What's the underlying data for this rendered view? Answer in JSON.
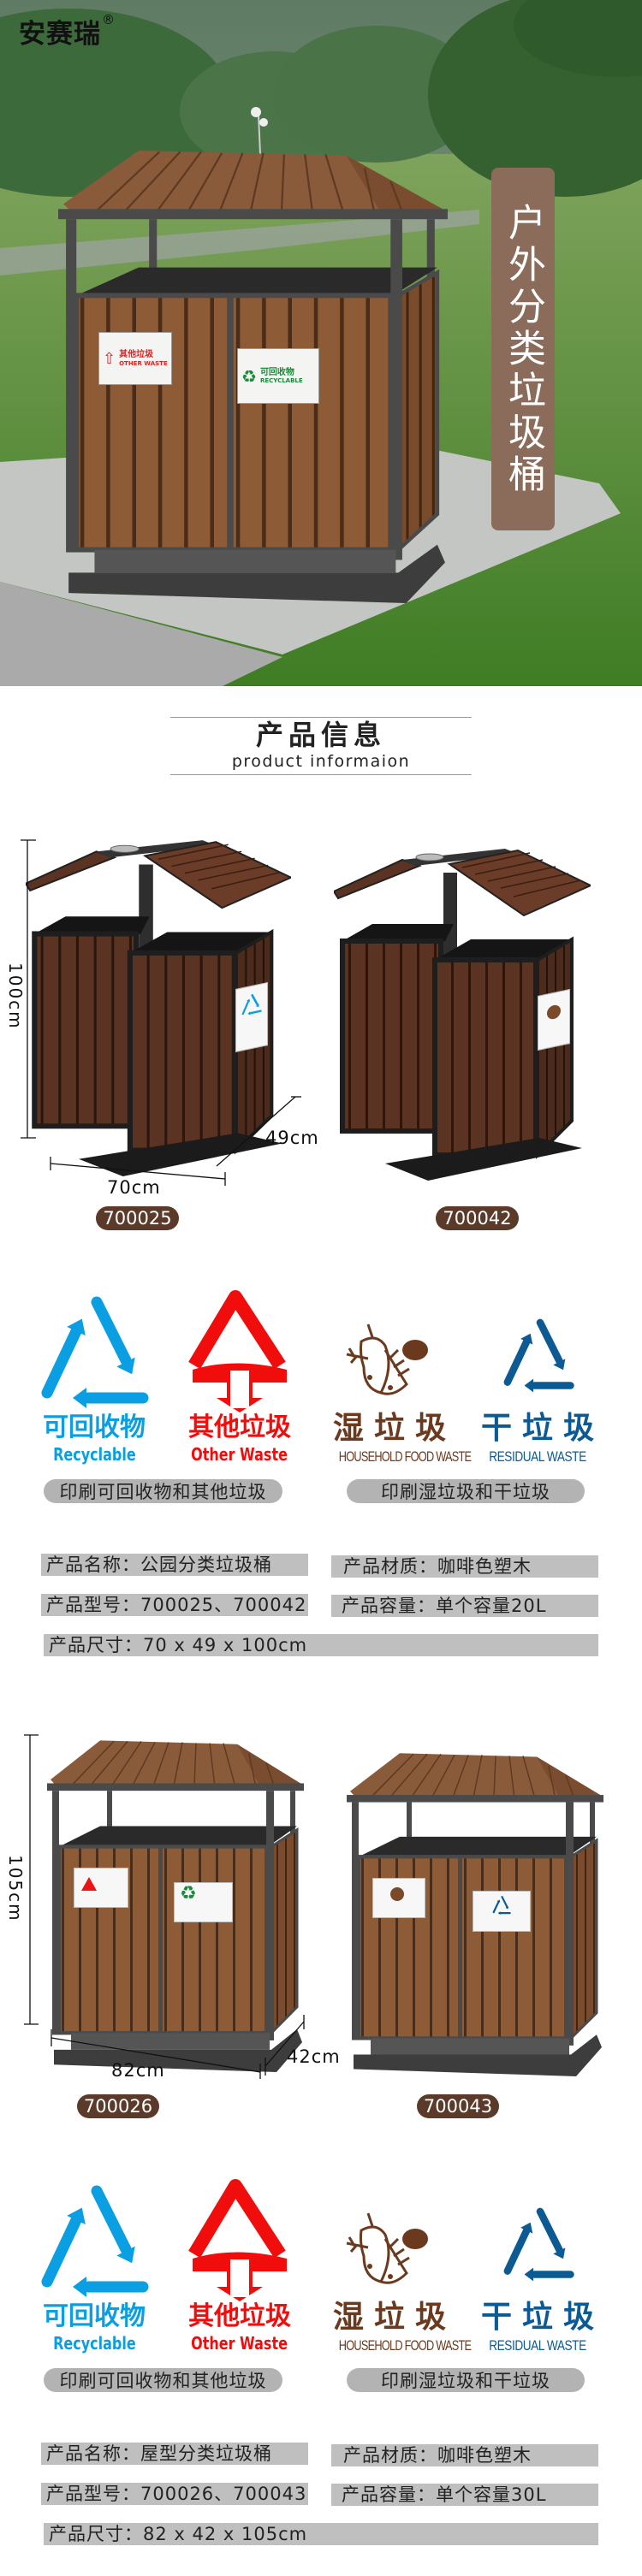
{
  "hero": {
    "brand": "安赛瑞",
    "registered": "®",
    "banner_title": "户外分类垃圾桶",
    "bin_signs": [
      {
        "zh": "其他垃圾",
        "en": "OTHER WASTE"
      },
      {
        "zh": "可回收物",
        "en": "RECYCLABLE"
      }
    ]
  },
  "section_header": {
    "title": "产品信息",
    "subtitle": "product informaion"
  },
  "categories": [
    {
      "zh": "可回收物",
      "en": "Recyclable",
      "color": "#0a9ee2"
    },
    {
      "zh": "其他垃圾",
      "en": "Other Waste",
      "color": "#f20d0d"
    },
    {
      "zh": "湿垃圾",
      "en": "HOUSEHOLD FOOD WASTE",
      "color": "#6b3a1e"
    },
    {
      "zh": "干垃圾",
      "en": "RESIDUAL WASTE",
      "color": "#0b5a94"
    }
  ],
  "products": [
    {
      "dims": {
        "height": "100cm",
        "depth": "49cm",
        "width": "70cm"
      },
      "models": [
        "700025",
        "700042"
      ],
      "print_notes": [
        "印刷可回收物和其他垃圾",
        "印刷湿垃圾和干垃圾"
      ],
      "specs": {
        "name": "产品名称：公园分类垃圾桶",
        "material": "产品材质：咖啡色塑木",
        "model": "产品型号：700025、700042",
        "capacity": "产品容量：单个容量20L",
        "size": "产品尺寸：70 x 49 x 100cm"
      }
    },
    {
      "dims": {
        "height": "105cm",
        "depth": "42cm",
        "width": "82cm"
      },
      "models": [
        "700026",
        "700043"
      ],
      "print_notes": [
        "印刷可回收物和其他垃圾",
        "印刷湿垃圾和干垃圾"
      ],
      "specs": {
        "name": "产品名称：屋型分类垃圾桶",
        "material": "产品材质：咖啡色塑木",
        "model": "产品型号：700026、700043",
        "capacity": "产品容量：单个容量30L",
        "size": "产品尺寸：82 x 42 x 105cm"
      }
    }
  ],
  "colors": {
    "badge": "#5b3a29",
    "banner": "#8b6b5a",
    "spec_bg": "#bfbfbf",
    "pill_bg": "#b3b3b3"
  }
}
